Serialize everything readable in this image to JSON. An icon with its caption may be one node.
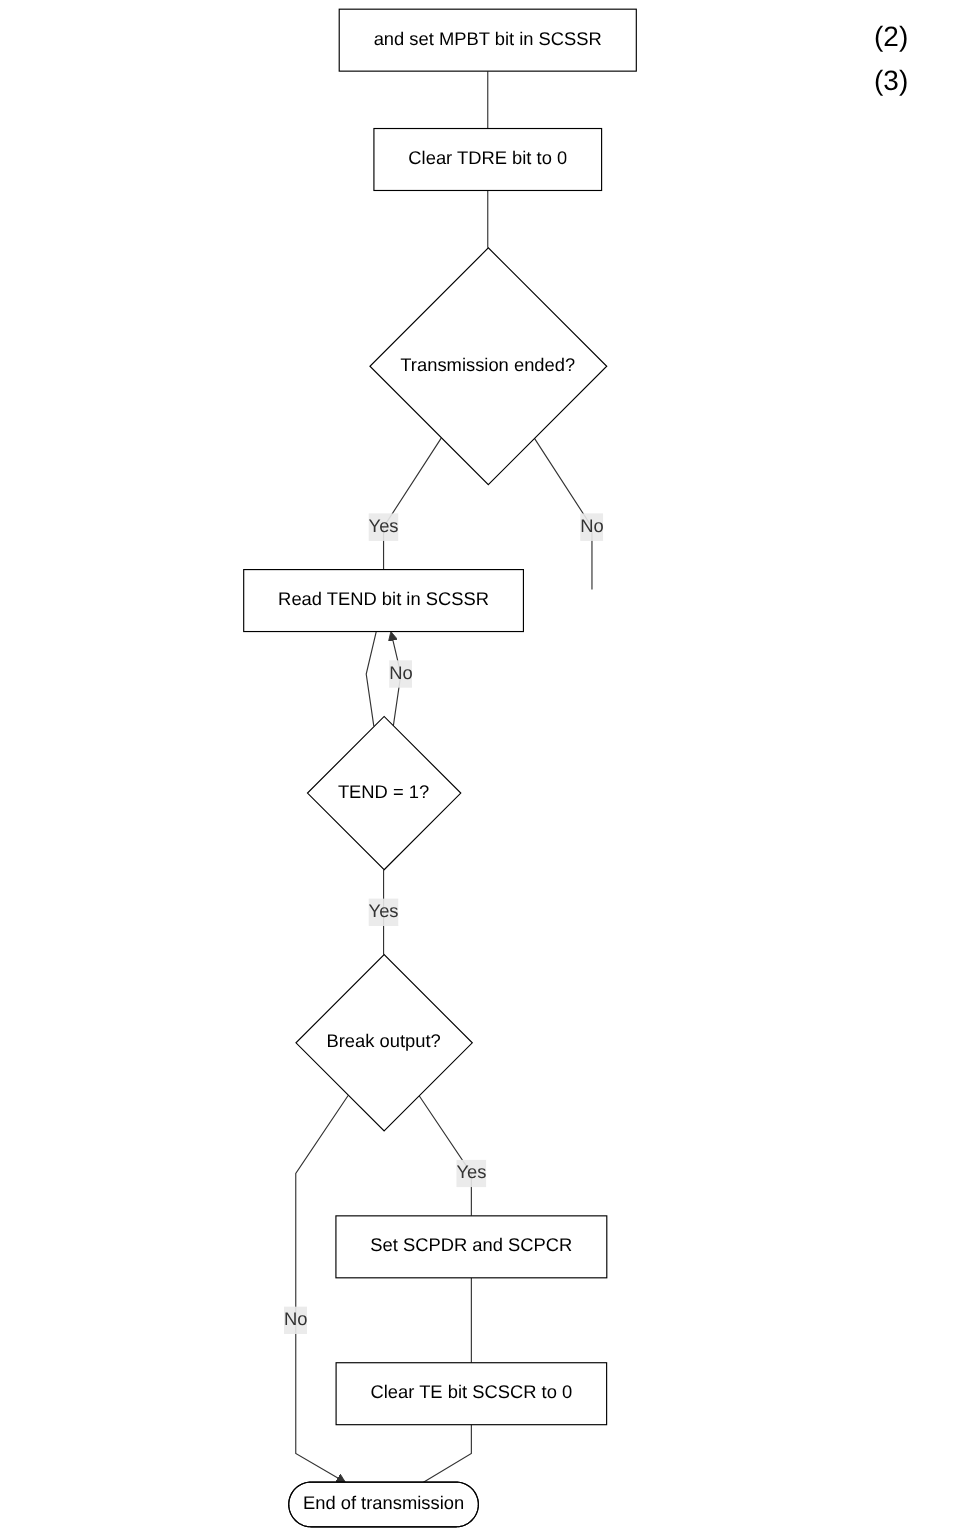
{
  "diagram": {
    "nodes": [
      {
        "text": [
          "and set MPBT bit in SCSSR"
        ]
      },
      {
        "text": [
          "Clear TDRE bit to 0"
        ]
      },
      {
        "text": [
          "Transmission ended?"
        ]
      },
      {
        "text": [
          "Read TEND bit in SCSSR"
        ]
      },
      {
        "text": [
          "TEND = 1?"
        ]
      },
      {
        "text": [
          "Break output?"
        ]
      },
      {
        "text": [
          "Set SCPDR and SCPCR"
        ]
      },
      {
        "text": [
          "Clear TE bit SCSCR to 0"
        ]
      },
      {
        "text": [
          "End of transmission"
        ]
      }
    ],
    "edges": [
      {
        "from": 0,
        "to": 1,
        "arrow": "none"
      },
      {
        "from": 1,
        "to": 2,
        "arrow": "none"
      },
      {
        "from": 2,
        "to": null,
        "arrow": "none",
        "label": "No"
      },
      {
        "from": 2,
        "to": 3,
        "arrow": "none",
        "label": "Yes"
      },
      {
        "from": 3,
        "to": 4,
        "arrow": "none"
      },
      {
        "from": 4,
        "to": 3,
        "arrow": "to",
        "label": "No"
      },
      {
        "from": 4,
        "to": 5,
        "arrow": "none",
        "label": "Yes"
      },
      {
        "from": 5,
        "to": 8,
        "arrow": "to",
        "label": "No"
      },
      {
        "from": 5,
        "to": 6,
        "arrow": "none",
        "label": "Yes"
      },
      {
        "from": 6,
        "to": 7,
        "arrow": "none"
      },
      {
        "from": 7,
        "to": 8,
        "arrow": "none"
      }
    ],
    "labels": [
      "(2)",
      "(3)"
    ]
  }
}
